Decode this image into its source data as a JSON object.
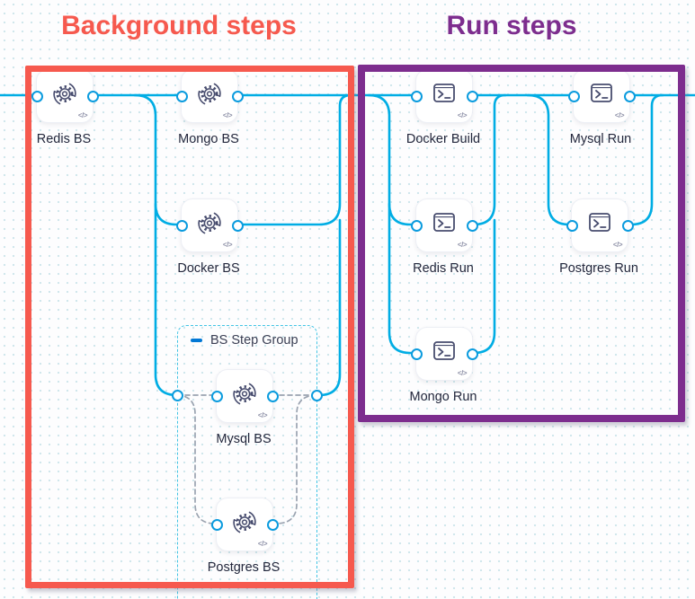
{
  "titles": {
    "background": "Background steps",
    "run": "Run steps"
  },
  "group": {
    "label": "BS Step Group"
  },
  "badges": {
    "code_glyph": "</>"
  },
  "nodes": [
    {
      "label": "Redis BS",
      "type": "background-step",
      "icon": "sync-gear-icon"
    },
    {
      "label": "Mongo BS",
      "type": "background-step",
      "icon": "sync-gear-icon"
    },
    {
      "label": "Docker BS",
      "type": "background-step",
      "icon": "sync-gear-icon"
    },
    {
      "label": "Mysql BS",
      "type": "background-step",
      "icon": "sync-gear-icon"
    },
    {
      "label": "Postgres BS",
      "type": "background-step",
      "icon": "sync-gear-icon"
    },
    {
      "label": "Docker Build",
      "type": "run-step",
      "icon": "terminal-icon"
    },
    {
      "label": "Redis Run",
      "type": "run-step",
      "icon": "terminal-icon"
    },
    {
      "label": "Mongo Run",
      "type": "run-step",
      "icon": "terminal-icon"
    },
    {
      "label": "Mysql Run",
      "type": "run-step",
      "icon": "terminal-icon"
    },
    {
      "label": "Postgres Run",
      "type": "run-step",
      "icon": "terminal-icon"
    }
  ],
  "colors": {
    "background_region": "#F6594E",
    "run_region": "#7D2D8E",
    "wire": "#00ADE4",
    "port_ring": "#0A9BDE",
    "dashed_wire": "#9AA3B0",
    "group_border": "#41C4E4",
    "collapse_icon": "#0278D5"
  }
}
